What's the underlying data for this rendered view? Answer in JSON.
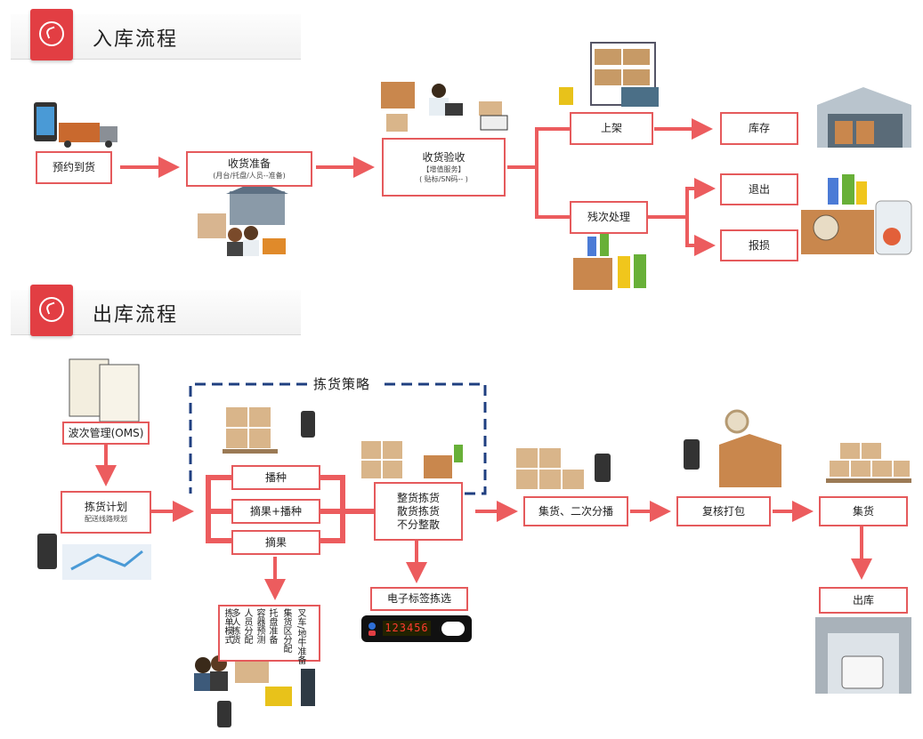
{
  "inbound": {
    "header": "入库流程",
    "steps": {
      "appointment": "预约到货",
      "prepare": "收货准备",
      "prepare_sub": "(月台/托盘/人员--准备)",
      "receive": "收货验收",
      "receive_sub1": "【增值服务】",
      "receive_sub2": "( 贴标/SN码-- )",
      "putaway": "上架",
      "stock": "库存",
      "defect": "残次处理",
      "return": "退出",
      "scrap": "报损"
    }
  },
  "outbound": {
    "header": "出库流程",
    "strategy_title": "拣货策略",
    "steps": {
      "wave": "波次管理(OMS)",
      "plan": "拣货计划",
      "plan_sub": "配送线路规划",
      "seed": "播种",
      "pick_seed": "摘果+播种",
      "pick": "摘果",
      "modes_l1": "整货拣货",
      "modes_l2": "散货拣货",
      "modes_l3": "不分整散",
      "eslabel": "电子标签拣选",
      "gather": "集货、二次分播",
      "pack": "复核打包",
      "collect": "集货",
      "ship": "出库"
    },
    "detail_cols": [
      "拣单模式",
      "多人拣货",
      "人员分配",
      "容器预测",
      "托盘准备",
      "集货区分配",
      "叉车/地牛准备"
    ],
    "led_digits": "123456"
  },
  "colors": {
    "accent": "#e23e43",
    "arrow": "#ec5c5e",
    "dash": "#1f3f80"
  }
}
